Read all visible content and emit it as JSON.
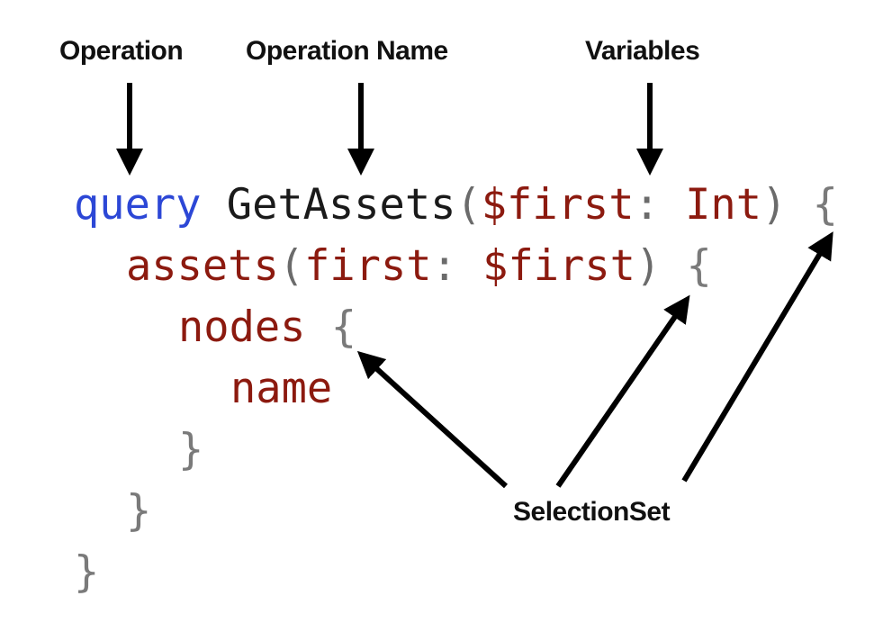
{
  "labels": {
    "operation": "Operation",
    "operation_name": "Operation Name",
    "variables": "Variables",
    "selection_set": "SelectionSet"
  },
  "code": {
    "keyword": "query",
    "op_name": "GetAssets",
    "open_paren": "(",
    "var_decl": "$first",
    "colon": ":",
    "var_type": "Int",
    "close_paren": ")",
    "open_brace": "{",
    "close_brace": "}",
    "field_assets": "assets",
    "arg_name": "first",
    "arg_value": "$first",
    "field_nodes": "nodes",
    "field_name": "name"
  },
  "colors": {
    "keyword": "#2c47d6",
    "field": "#8c1a0f",
    "punctuation": "#6b6b6b",
    "arrow": "#000000"
  }
}
